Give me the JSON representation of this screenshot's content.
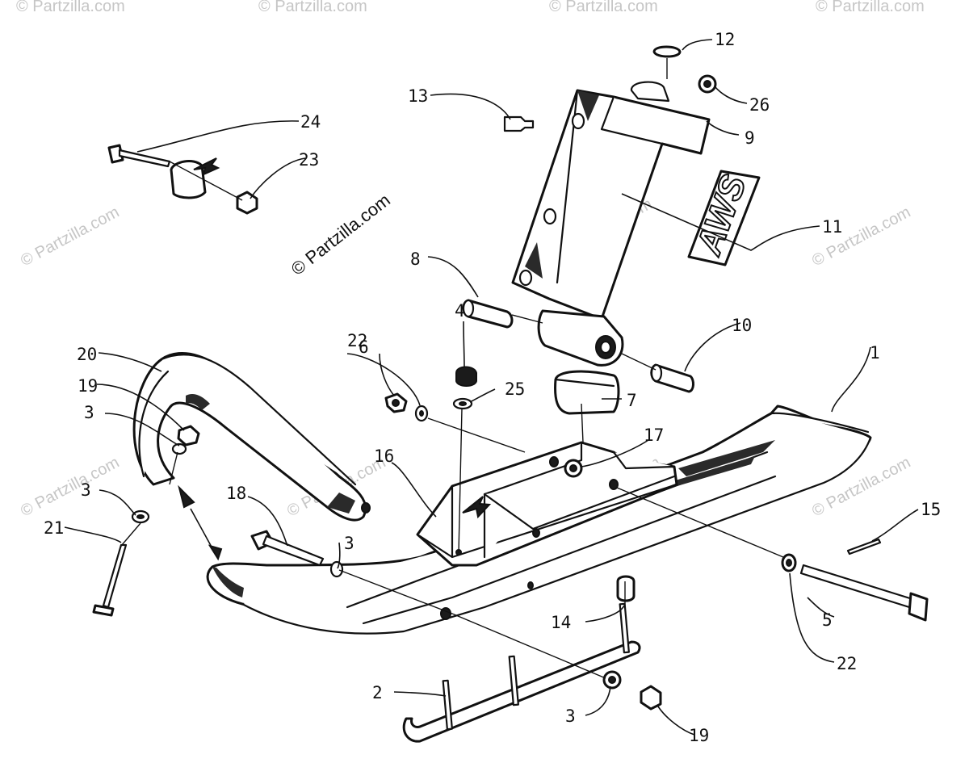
{
  "watermark": {
    "main": "© Partzilla.com",
    "faint": "© Partzilla.com"
  },
  "decal_text": "AWS",
  "callouts": [
    {
      "id": "c1",
      "label": "1"
    },
    {
      "id": "c2",
      "label": "2"
    },
    {
      "id": "c3a",
      "label": "3"
    },
    {
      "id": "c3b",
      "label": "3"
    },
    {
      "id": "c3c",
      "label": "3"
    },
    {
      "id": "c3d",
      "label": "3"
    },
    {
      "id": "c4",
      "label": "4"
    },
    {
      "id": "c5",
      "label": "5"
    },
    {
      "id": "c6",
      "label": "6"
    },
    {
      "id": "c7",
      "label": "7"
    },
    {
      "id": "c8",
      "label": "8"
    },
    {
      "id": "c9",
      "label": "9"
    },
    {
      "id": "c10",
      "label": "10"
    },
    {
      "id": "c11",
      "label": "11"
    },
    {
      "id": "c12",
      "label": "12"
    },
    {
      "id": "c13",
      "label": "13"
    },
    {
      "id": "c14",
      "label": "14"
    },
    {
      "id": "c15",
      "label": "15"
    },
    {
      "id": "c16",
      "label": "16"
    },
    {
      "id": "c17",
      "label": "17"
    },
    {
      "id": "c18",
      "label": "18"
    },
    {
      "id": "c19a",
      "label": "19"
    },
    {
      "id": "c19b",
      "label": "19"
    },
    {
      "id": "c20",
      "label": "20"
    },
    {
      "id": "c21",
      "label": "21"
    },
    {
      "id": "c22a",
      "label": "22"
    },
    {
      "id": "c22b",
      "label": "22"
    },
    {
      "id": "c23",
      "label": "23"
    },
    {
      "id": "c24",
      "label": "24"
    },
    {
      "id": "c25",
      "label": "25"
    },
    {
      "id": "c26",
      "label": "26"
    }
  ]
}
